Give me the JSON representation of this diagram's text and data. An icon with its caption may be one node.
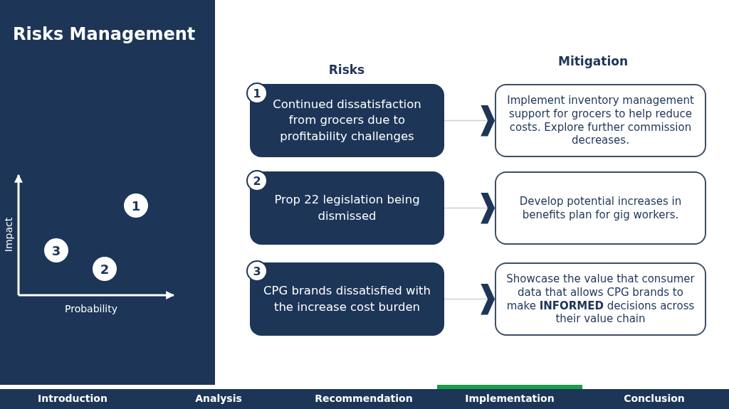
{
  "diagram": {
    "title": "Risks Management",
    "nodes": [
      {
        "text": [
          "1"
        ]
      },
      {
        "text": [
          "Continued dissatisfaction from grocers due to profitability challenges"
        ]
      },
      {
        "text": [
          "Implement inventory management support for grocers to help reduce costs. Explore further commission decreases."
        ]
      },
      {
        "text": [
          "2"
        ]
      },
      {
        "text": [
          "Prop 22 legislation being dismissed"
        ]
      },
      {
        "text": [
          "Develop potential increases in benefits plan for gig workers."
        ]
      },
      {
        "text": [
          "3"
        ]
      },
      {
        "text": [
          "CPG brands dissatisfied with the increase cost burden"
        ]
      },
      {
        "text": [
          "Showcase the value that consumer data that allows CPG brands to make **INFORMED** decisions across their value chain"
        ]
      },
      {
        "text": [
          "1"
        ]
      },
      {
        "text": [
          "3"
        ]
      },
      {
        "text": [
          "2"
        ]
      }
    ],
    "edges": [
      {
        "from": 1,
        "to": 2,
        "arrow": "to"
      },
      {
        "from": 4,
        "to": 5,
        "arrow": "to"
      },
      {
        "from": 7,
        "to": 8,
        "arrow": "to"
      }
    ],
    "labels": [
      "Risks",
      "Mitigation",
      "Impact",
      "Probability",
      "Introduction",
      "Analysis",
      "Recommendation",
      "Implementation",
      "Conclusion"
    ]
  }
}
